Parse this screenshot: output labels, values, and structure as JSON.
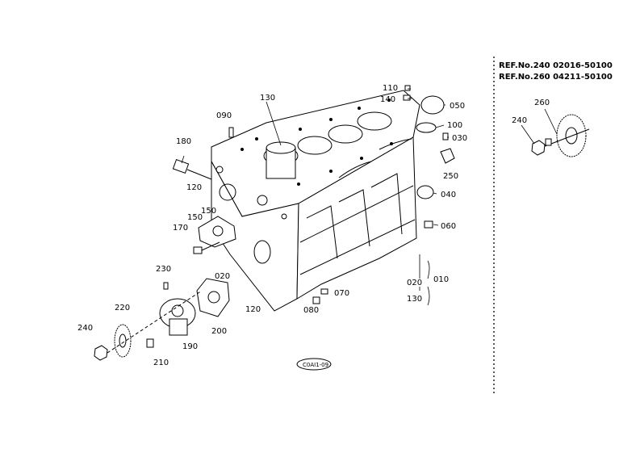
{
  "reference_notes": [
    "REF.No.240  02016-50100",
    "REF.No.260  04211-50100"
  ],
  "figure_code": "C0AI1-09",
  "callouts": {
    "p130_top": "130",
    "p090": "090",
    "p180": "180",
    "p120_a": "120",
    "p150_a": "150",
    "p150_b": "150",
    "p170": "170",
    "p020_a": "020",
    "p230": "230",
    "p220": "220",
    "p240_a": "240",
    "p210": "210",
    "p190": "190",
    "p200": "200",
    "p120_b": "120",
    "p080": "080",
    "p070": "070",
    "p110": "110",
    "p140": "140",
    "p050_a": "050",
    "p100": "100",
    "p030": "030",
    "p250": "250",
    "p040": "040",
    "p060": "060",
    "p020_b": "020",
    "p010": "010",
    "p130_b": "130",
    "p240_b": "240",
    "p260": "260"
  }
}
